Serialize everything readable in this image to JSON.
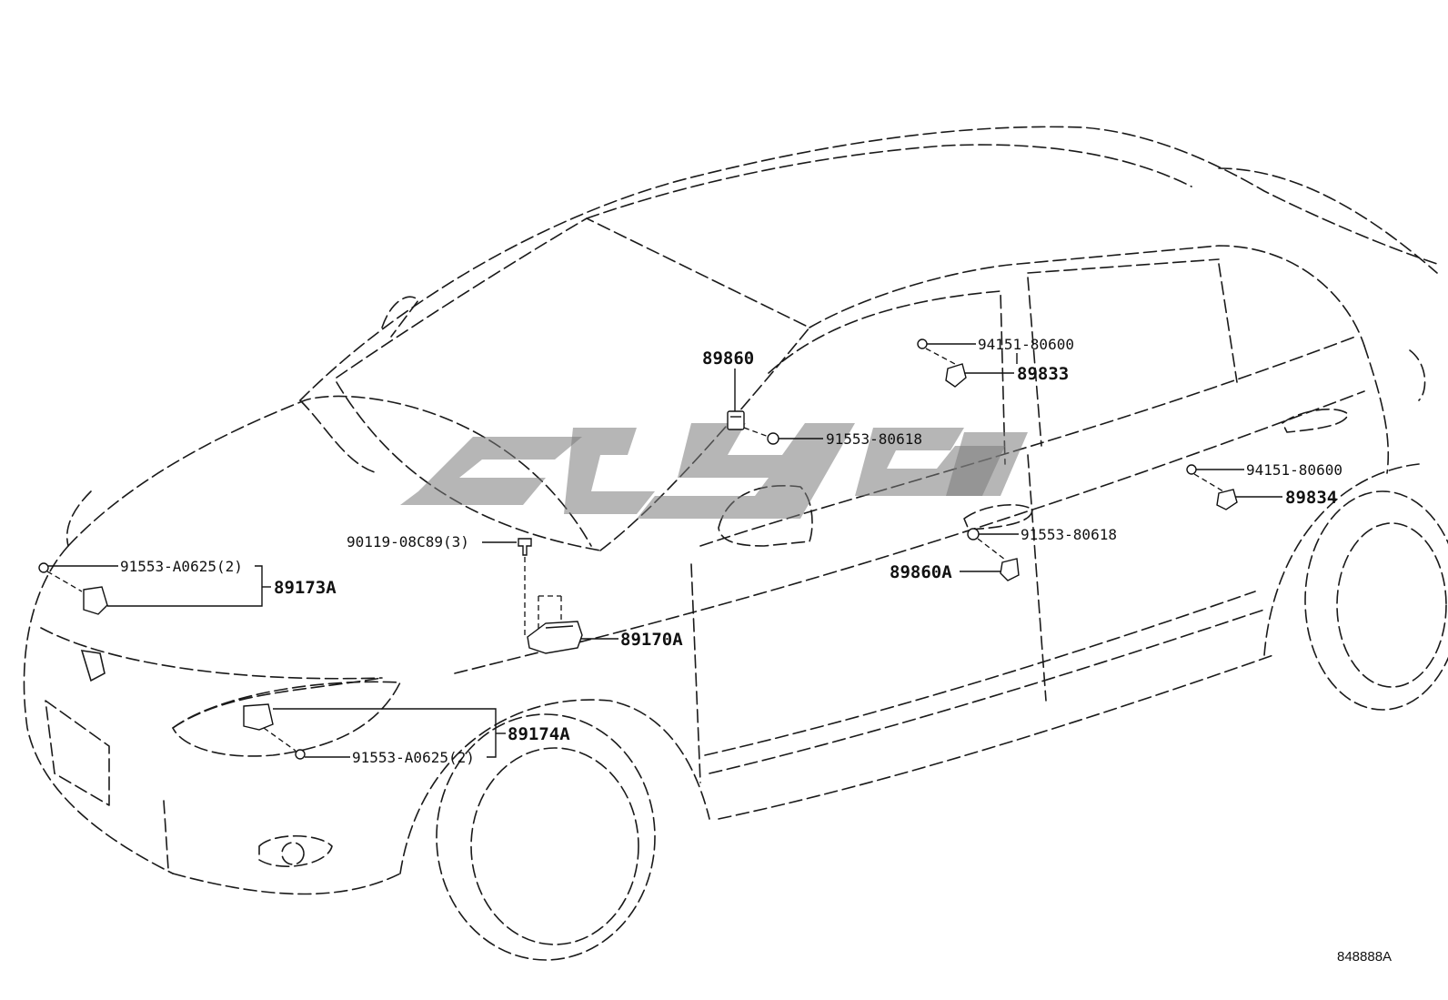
{
  "callouts": {
    "p89860": "89860",
    "p91553_80618_top": "91553-80618",
    "p94151_80600_top": "94151-80600",
    "p89833": "89833",
    "p94151_80600_right": "94151-80600",
    "p89834": "89834",
    "p91553_80618_door": "91553-80618",
    "p89860A": "89860A",
    "p90119": "90119-08C89(3)",
    "p91553_A0625_left": "91553-A0625(2)",
    "p89173A": "89173A",
    "p89170A": "89170A",
    "p89174A": "89174A",
    "p91553_A0625_bottom": "91553-A0625(2)"
  },
  "diagram_ref": "848888A"
}
